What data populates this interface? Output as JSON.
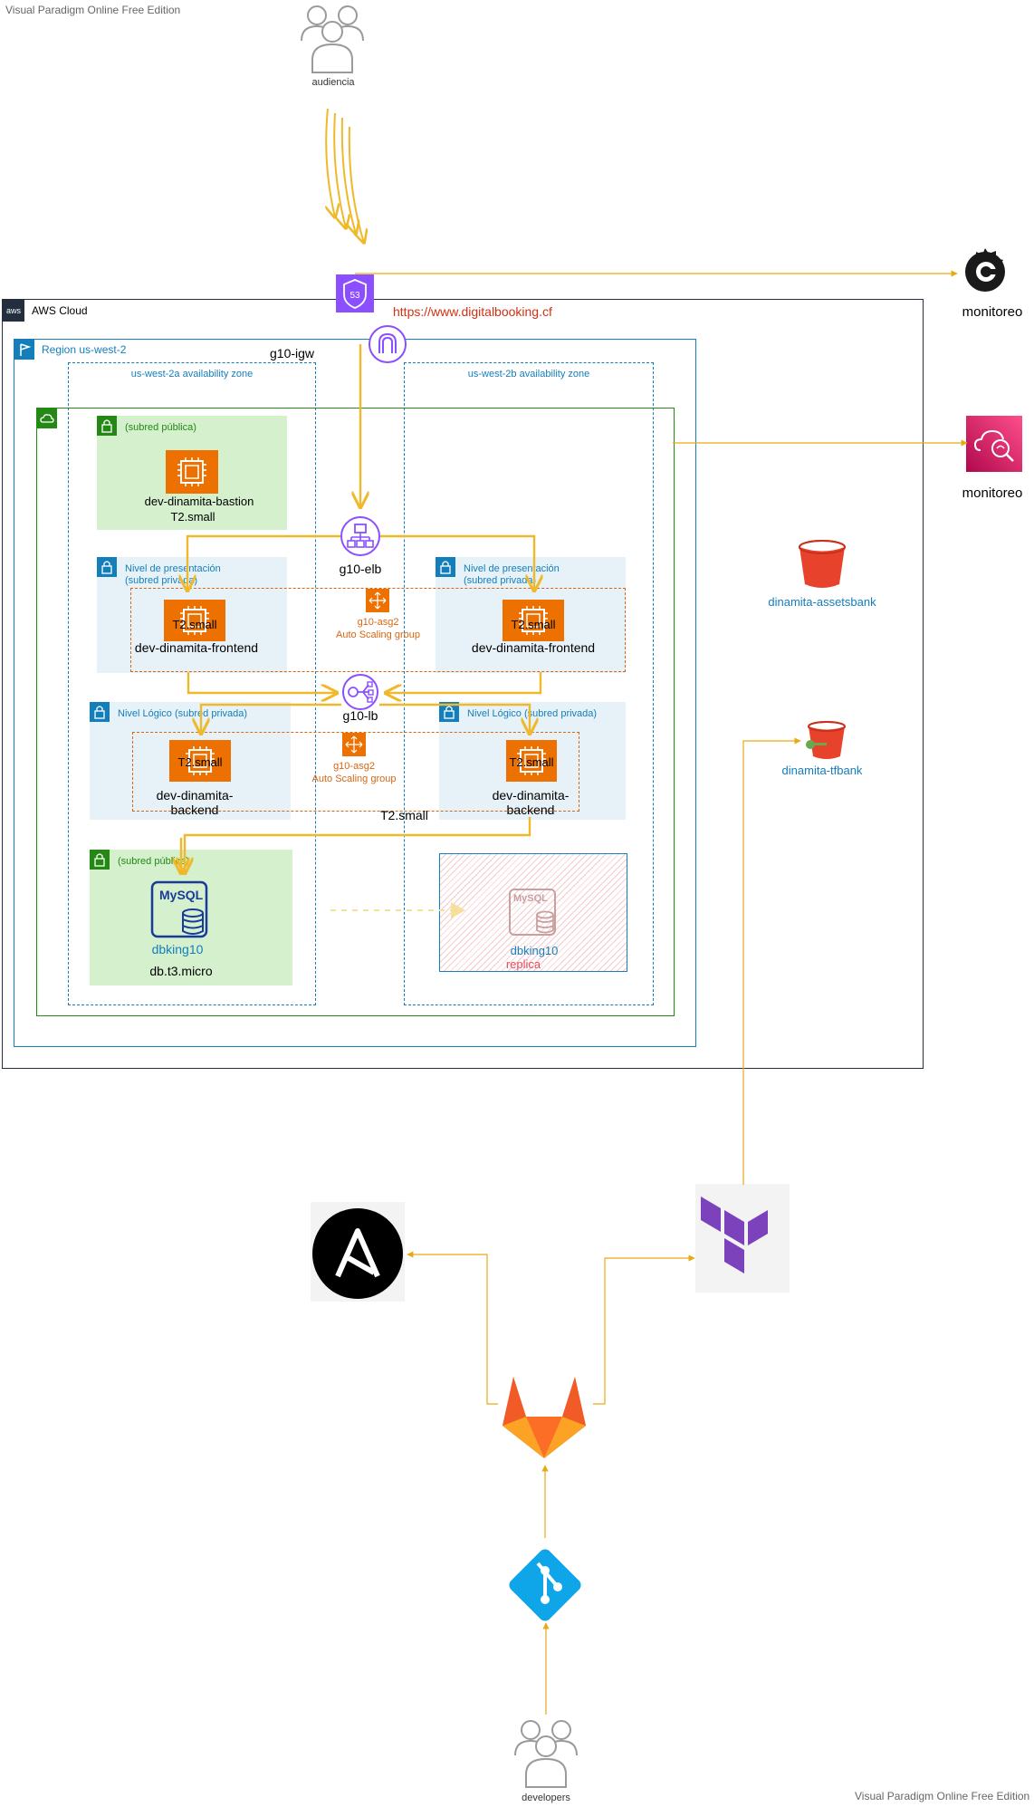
{
  "watermark_top": "Visual Paradigm Online Free Edition",
  "watermark_bottom": "Visual Paradigm Online Free Edition",
  "audience_label": "audiencia",
  "developers_label": "developers",
  "url_label": "https://www.digitalbooking.cf",
  "monitor1_label": "monitoreo",
  "monitor2_label": "monitoreo",
  "aws_cloud_label": "AWS Cloud",
  "region_label": "Region us-west-2",
  "igw_label": "g10-igw",
  "az_a_label": "us-west-2a availability zone",
  "az_b_label": "us-west-2b availability zone",
  "bastion": {
    "subnet": "(subred pública)",
    "name": "dev-dinamita-bastion",
    "type": "T2.small"
  },
  "elb_label": "g10-elb",
  "lb_label": "g10-lb",
  "pres_a": {
    "title": "Nivel de presentación",
    "subtitle": "(subred privada)",
    "type": "T2.small",
    "name": "dev-dinamita-frontend"
  },
  "pres_b": {
    "title": "Nivel de presentación",
    "subtitle": "(subred privada)",
    "type": "T2.small",
    "name": "dev-dinamita-frontend"
  },
  "asg_front": {
    "name": "g10-asg2",
    "sub": "Auto Scaling group"
  },
  "asg_back": {
    "name": "g10-asg2",
    "sub": "Auto Scaling group"
  },
  "logic_a": {
    "title": "Nivel Lógico (subred privada)",
    "type": "T2.small",
    "name1": "dev-dinamita-",
    "name2": "backend"
  },
  "logic_b": {
    "title": "Nivel Lógico (subred privada)",
    "type": "T2.small",
    "name1": "dev-dinamita-",
    "name2": "backend"
  },
  "stray_type": "T2.small",
  "db": {
    "subnet": "(subred pública)",
    "engine": "MySQL",
    "name": "dbking10",
    "class": "db.t3.micro"
  },
  "replica": {
    "engine": "MySQL",
    "name": "dbking10",
    "tag": "replica"
  },
  "bucket1_label": "dinamita-assetsbank",
  "bucket2_label": "dinamita-tfbank",
  "colors": {
    "arrow": "#f0b92b",
    "route53": "#8c4fff",
    "aws_blue": "#147eba",
    "aws_green": "#248814",
    "ec2": "#ed7100",
    "s3": "#e7432c",
    "git": "#0ea5e9",
    "terraform": "#7b42bc",
    "gitlab": "#fc6d26"
  },
  "icons": [
    "users-icon",
    "route53-icon",
    "igw-icon",
    "grafana-icon",
    "cloudwatch-icon",
    "ec2-icon",
    "elb-icon",
    "asg-icon",
    "mysql-icon",
    "s3-bucket-icon",
    "ansible-icon",
    "terraform-icon",
    "gitlab-icon",
    "git-icon"
  ]
}
